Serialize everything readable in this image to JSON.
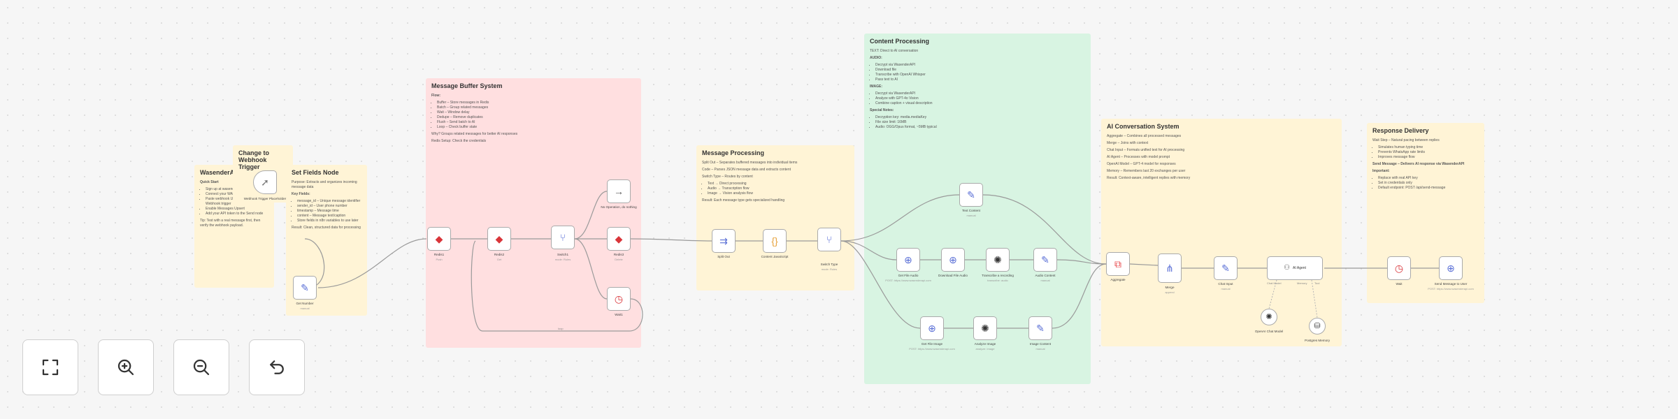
{
  "colors": {
    "yellow": "#fff4d6",
    "red": "#ffdfe0",
    "green": "#d8f4e2",
    "accent_red": "#e05a5a",
    "redis": "#d9353a",
    "ai_red": "#e8474b",
    "blue": "#5a6fd6",
    "orange": "#e6a23c"
  },
  "notes": {
    "waapi": {
      "title": "WasenderAPI Setup",
      "label": "Quick Start",
      "items": [
        "Sign up at wasenderapi.com",
        "Connect your WA number",
        "Paste webhook URL below from the Webhook trigger",
        "Enable Messages Upsert",
        "Add your API token to the Send node"
      ],
      "tip": "Tip: Test with a real message first, then verify the webhook payload."
    },
    "trigger_change": {
      "title": "Change to Webhook Trigger"
    },
    "set_fields": {
      "title": "Set Fields Node",
      "intro": "Purpose: Extracts and organizes incoming message data",
      "label": "Key Fields:",
      "items": [
        "message_id – Unique message identifier",
        "sender_id – User phone number",
        "timestamp – Message time",
        "content – Message text/caption",
        "Store fields in n8n variables to use later"
      ],
      "note": "Result: Clean, structured data for processing"
    },
    "buffer": {
      "title": "Message Buffer System",
      "label": "Flow:",
      "items": [
        "Buffer – Store messages in Redis",
        "Batch – Group related messages",
        "Wait – Window delay",
        "Dedupe – Remove duplicates",
        "Flush – Send batch to AI",
        "Loop – Check buffer state"
      ],
      "note1": "Why? Groups related messages for better AI responses",
      "note2": "Redis Setup: Check the credentials"
    },
    "processing": {
      "title": "Message Processing",
      "l1": "Split Out – Separates buffered messages into individual items",
      "l2": "Code – Parses JSON message data and extracts content",
      "l3": "Switch Type – Routes by content",
      "items": [
        "Text → Direct processing",
        "Audio → Transcription flow",
        "Image → Vision analysis flow"
      ],
      "note": "Result: Each message type gets specialized handling"
    },
    "content": {
      "title": "Content Processing",
      "l1": "TEXT: Direct to AI conversation",
      "sub1": "AUDIO:",
      "audio": [
        "Decrypt via WasenderAPI",
        "Download file",
        "Transcribe with OpenAI Whisper",
        "Pass text to AI"
      ],
      "sub2": "IMAGE:",
      "image": [
        "Decrypt via WasenderAPI",
        "Analyze with GPT-4o Vision",
        "Combine caption + visual description"
      ],
      "sub3": "Special Notes:",
      "notes": [
        "Decryption key: media.mediaKey",
        "File size limit: 16MB",
        "Audio: OGG/Opus format, ~5MB typical"
      ]
    },
    "ai": {
      "title": "AI Conversation System",
      "l1": "Aggregate – Combines all processed messages",
      "l2": "Merge – Joins with context",
      "l3": "Chat Input – Formats unified text for AI processing",
      "l4": "AI Agent – Processes with model prompt",
      "l5": "OpenAI Model – GPT-4 model for responses",
      "l6": "Memory – Remembers last 20 exchanges per user",
      "l7": "Result: Context-aware, intelligent replies with memory"
    },
    "delivery": {
      "title": "Response Delivery",
      "l1": "Wait Step – Natural pacing between replies",
      "items": [
        "Simulates human typing time",
        "Prevents WhatsApp rate limits",
        "Improves message flow"
      ],
      "sub": "Send Message – Delivers AI response via WasenderAPI",
      "imp": "Important:",
      "items2": [
        "Replace with real API key",
        "Set in credentials only",
        "Default endpoint: POST /api/send-message"
      ]
    }
  },
  "nodes": {
    "trigger": {
      "label": "Webhook Trigger Placeholder"
    },
    "get_number": {
      "label": "Get Number",
      "sub": "manual"
    },
    "redis1": {
      "label": "Redis1",
      "sub": "Push"
    },
    "redis2": {
      "label": "Redis2",
      "sub": "Get"
    },
    "switch1": {
      "label": "Switch1",
      "sub": "mode: Rules"
    },
    "noop": {
      "label": "No Operation, do nothing"
    },
    "redis3": {
      "label": "Redis3",
      "sub": "Delete"
    },
    "wait1": {
      "label": "Wait1"
    },
    "split_out": {
      "label": "Split Out"
    },
    "code": {
      "label": "Content JavaScript"
    },
    "switch_type": {
      "label": "Switch Type",
      "sub": "mode: Rules"
    },
    "text_content": {
      "label": "Text Content",
      "sub": "manual"
    },
    "get_file_audio": {
      "label": "Get File Audio",
      "sub": "POST: https://www.wasenderapi.com"
    },
    "download_audio": {
      "label": "Download File Audio"
    },
    "transcribe": {
      "label": "Transcribe a recording",
      "sub": "transcribe: audio"
    },
    "audio_content": {
      "label": "Audio Content",
      "sub": "manual"
    },
    "get_file_image": {
      "label": "Get File Image",
      "sub": "POST: https://www.wasenderapi.com"
    },
    "analyze_image": {
      "label": "Analyze Image",
      "sub": "analyze: image"
    },
    "image_content": {
      "label": "Image Content",
      "sub": "manual"
    },
    "aggregate": {
      "label": "Aggregate"
    },
    "merge": {
      "label": "Merge",
      "sub": "append"
    },
    "chat_input": {
      "label": "Chat Input",
      "sub": "manual"
    },
    "ai_agent": {
      "label": "AI Agent"
    },
    "openai_model": {
      "label": "OpenAI Chat Model"
    },
    "memory": {
      "label": "Postgres Memory"
    },
    "wait": {
      "label": "Wait"
    },
    "send_message": {
      "label": "Send Message to User",
      "sub": "POST: https://www.wasenderapi.com"
    }
  },
  "ports": {
    "model": "Chat Model",
    "memory": "Memory",
    "tool": "Tool",
    "loop": "loop"
  },
  "controls": {
    "fit": "fit-view-icon",
    "zoom_in": "zoom-in-icon",
    "zoom_out": "zoom-out-icon",
    "reset": "reset-zoom-icon"
  }
}
